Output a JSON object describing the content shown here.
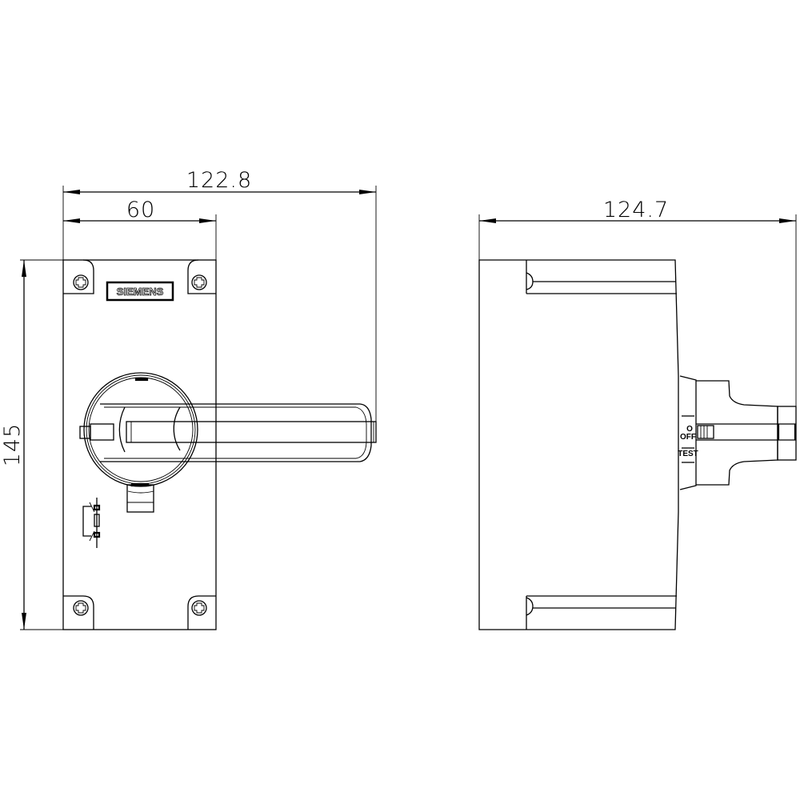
{
  "drawing": {
    "type": "technical-dimension-drawing",
    "units": "mm",
    "front_view": {
      "brand_label": "SIEMENS",
      "dimensions": {
        "overall_width": "122.8",
        "enclosure_width": "60",
        "height": "145"
      }
    },
    "side_view": {
      "dimensions": {
        "overall_depth": "124.7"
      },
      "labels": {
        "off_symbol": "O",
        "off": "OFF",
        "test": "TEST"
      }
    }
  }
}
